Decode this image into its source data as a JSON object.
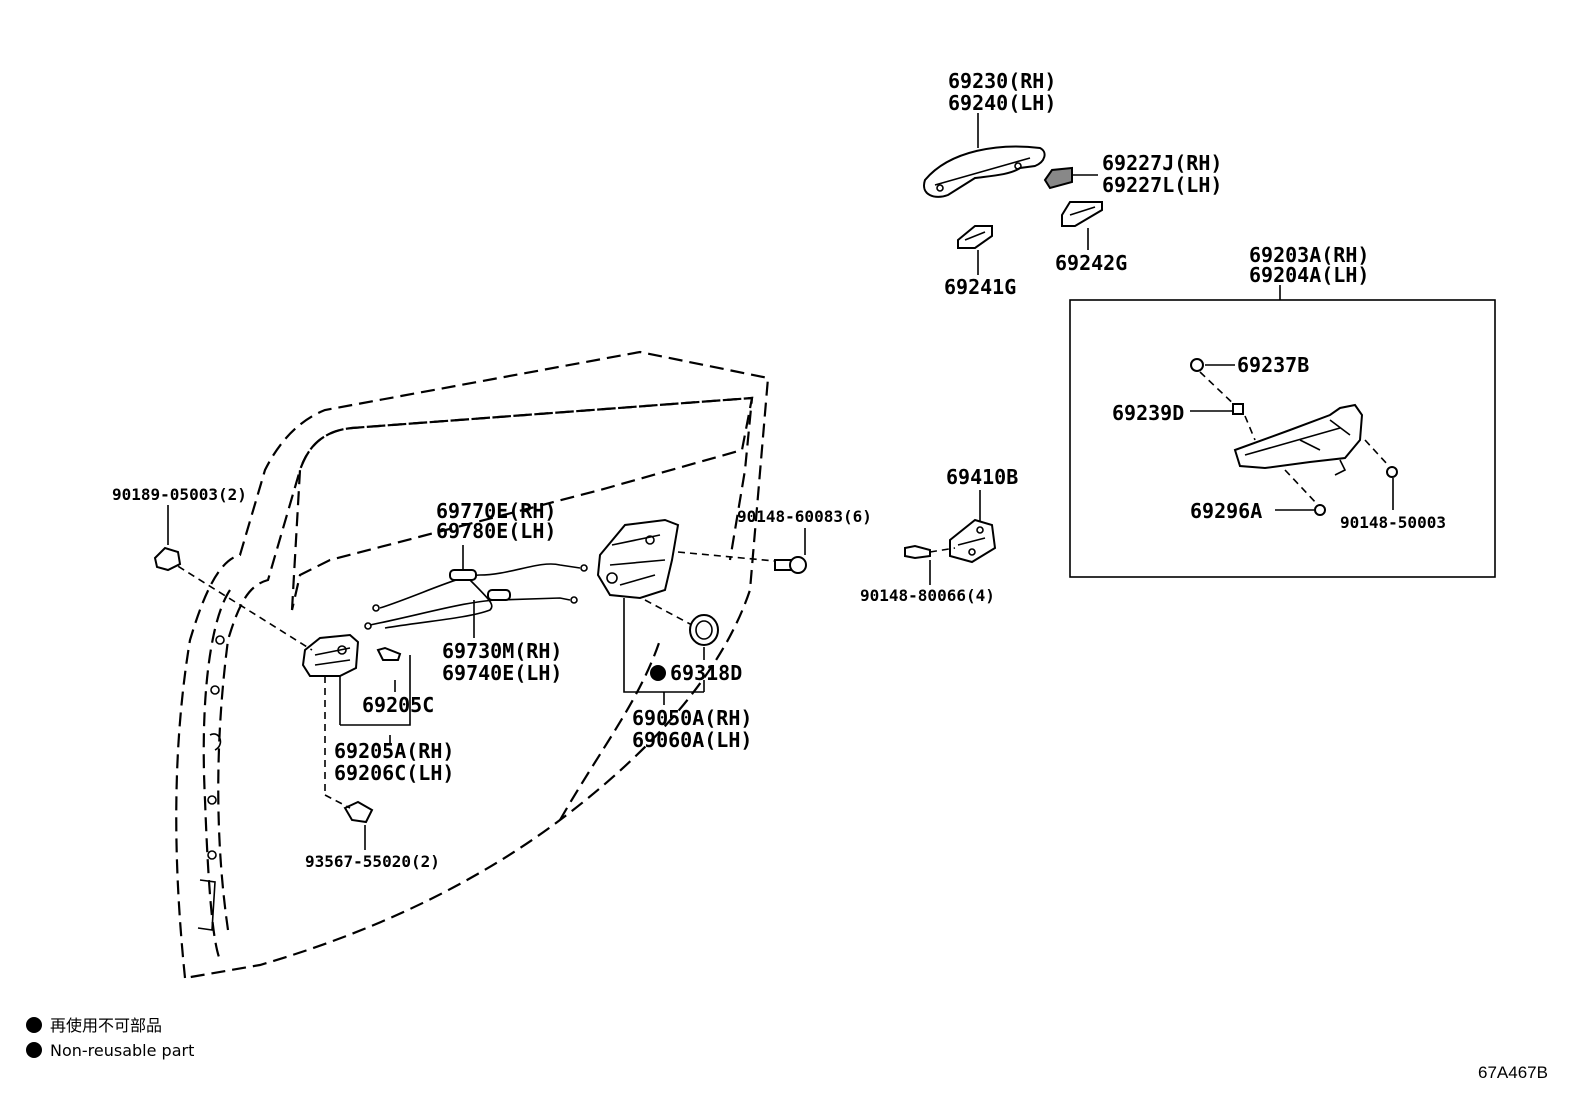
{
  "labels": {
    "handle_rh": "69230(RH)",
    "handle_lh": "69240(LH)",
    "cap_rh": "69227J(RH)",
    "cap_lh": "69227L(LH)",
    "pad_front": "69241G",
    "pad_rear": "69242G",
    "frame_rh": "69203A(RH)",
    "frame_lh": "69204A(LH)",
    "p69237b": "69237B",
    "p69239d": "69239D",
    "p69296a": "69296A",
    "screw_50003": "90148-50003",
    "striker": "69410B",
    "bolt_80066": "90148-80066(4)",
    "screw_60083": "90148-60083(6)",
    "clip_05003": "90189-05003(2)",
    "cable_rh": "69770E(RH)",
    "cable_lh": "69780E(LH)",
    "rod_rh": "69730M(RH)",
    "rod_lh": "69740E(LH)",
    "p69205c": "69205C",
    "inner_rh": "69205A(RH)",
    "inner_lh": "69206C(LH)",
    "screw_55020": "93567-55020(2)",
    "p69318d": "69318D",
    "lock_rh": "69050A(RH)",
    "lock_lh": "69060A(LH)"
  },
  "legend": {
    "jp": "再使用不可部品",
    "en": "Non-reusable part"
  },
  "diagram_code": "67A467B"
}
